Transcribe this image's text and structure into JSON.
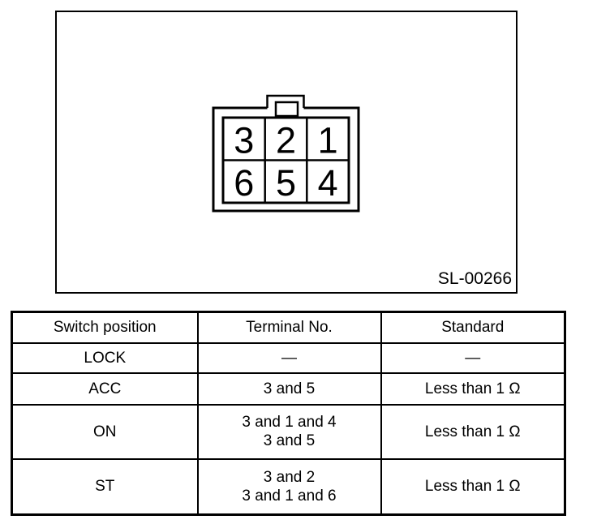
{
  "diagram": {
    "figure_label": "SL-00266",
    "connector": {
      "pins_top_row": [
        "3",
        "2",
        "1"
      ],
      "pins_bottom_row": [
        "6",
        "5",
        "4"
      ]
    }
  },
  "table": {
    "headers": [
      "Switch position",
      "Terminal No.",
      "Standard"
    ],
    "rows": [
      {
        "position": "LOCK",
        "terminal": [
          "—"
        ],
        "standard": "—"
      },
      {
        "position": "ACC",
        "terminal": [
          "3 and 5"
        ],
        "standard": "Less than 1 Ω"
      },
      {
        "position": "ON",
        "terminal": [
          "3 and 1 and 4",
          "3 and 5"
        ],
        "standard": "Less than 1 Ω"
      },
      {
        "position": "ST",
        "terminal": [
          "3 and 2",
          "3 and 1 and 6"
        ],
        "standard": "Less than 1 Ω"
      }
    ]
  }
}
